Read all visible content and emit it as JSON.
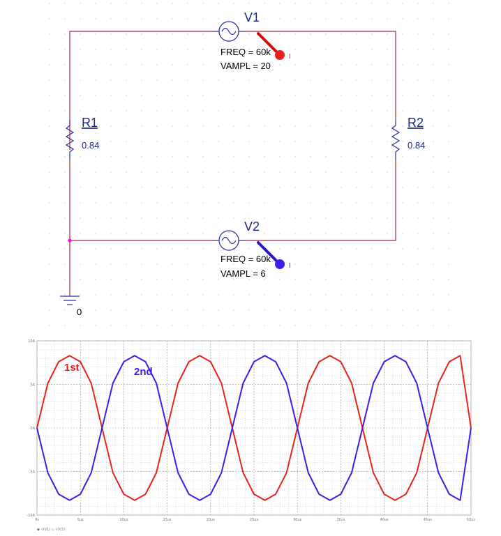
{
  "schematic": {
    "v1": {
      "name": "V1",
      "freq": "FREQ = 60k",
      "vampl": "VAMPL = 20",
      "probe_color": "#e8231e"
    },
    "v2": {
      "name": "V2",
      "freq": "FREQ = 60k",
      "vampl": "VAMPL = 6",
      "probe_color": "#3c1ee8"
    },
    "r1": {
      "name": "R1",
      "value": "0.84"
    },
    "r2": {
      "name": "R2",
      "value": "0.84"
    },
    "ground": {
      "label": "0"
    },
    "probe_marker": "I",
    "colors": {
      "wire": "#a0283c",
      "component": "#2b2b9a",
      "node_dot": "#ff00ff"
    }
  },
  "chart_data": {
    "type": "line",
    "x_unit": "us",
    "xlim": [
      0,
      50
    ],
    "ylim": [
      -10,
      10
    ],
    "x_tick_labels": [
      "0s",
      "5us",
      "10us",
      "15us",
      "20us",
      "25us",
      "30us",
      "35us",
      "40us",
      "45us",
      "50us"
    ],
    "y_tick_labels": [
      "10A",
      "5A",
      "0A",
      "-5A",
      "-10A"
    ],
    "legend_text": "◆ -I(V1)  ◇ -I(V2)",
    "series": [
      {
        "label": "1st",
        "color": "#e8231e",
        "x": [
          0,
          1.25,
          2.5,
          3.75,
          5,
          6.25,
          7.5,
          8.75,
          10,
          11.25,
          12.5,
          13.75,
          15,
          16.25,
          17.5,
          18.75,
          20,
          21.25,
          22.5,
          23.75,
          25,
          26.25,
          27.5,
          28.75,
          30,
          31.25,
          32.5,
          33.75,
          35,
          36.25,
          37.5,
          38.75,
          40,
          41.25,
          42.5,
          43.75,
          45,
          46.25,
          47.5,
          48.75,
          50
        ],
        "values": [
          0,
          5.14,
          7.6,
          8.3,
          7.6,
          5.14,
          0,
          -5.14,
          -7.6,
          -8.3,
          -7.6,
          -5.14,
          0,
          5.14,
          7.6,
          8.3,
          7.6,
          5.14,
          0,
          -5.14,
          -7.6,
          -8.3,
          -7.6,
          -5.14,
          0,
          5.14,
          7.6,
          8.3,
          7.6,
          5.14,
          0,
          -5.14,
          -7.6,
          -8.3,
          -7.6,
          -5.14,
          0,
          5.14,
          7.6,
          8.3,
          0
        ]
      },
      {
        "label": "2nd",
        "color": "#3c1ee8",
        "x": [
          0,
          1.25,
          2.5,
          3.75,
          5,
          6.25,
          7.5,
          8.75,
          10,
          11.25,
          12.5,
          13.75,
          15,
          16.25,
          17.5,
          18.75,
          20,
          21.25,
          22.5,
          23.75,
          25,
          26.25,
          27.5,
          28.75,
          30,
          31.25,
          32.5,
          33.75,
          35,
          36.25,
          37.5,
          38.75,
          40,
          41.25,
          42.5,
          43.75,
          45,
          46.25,
          47.5,
          48.75,
          50
        ],
        "values": [
          0,
          -5.14,
          -7.6,
          -8.3,
          -7.6,
          -5.14,
          0,
          5.14,
          7.6,
          8.3,
          7.6,
          5.14,
          0,
          -5.14,
          -7.6,
          -8.3,
          -7.6,
          -5.14,
          0,
          5.14,
          7.6,
          8.3,
          7.6,
          5.14,
          0,
          -5.14,
          -7.6,
          -8.3,
          -7.6,
          -5.14,
          0,
          5.14,
          7.6,
          8.3,
          7.6,
          5.14,
          0,
          -5.14,
          -7.6,
          -8.3,
          0
        ]
      }
    ],
    "grid": true
  }
}
